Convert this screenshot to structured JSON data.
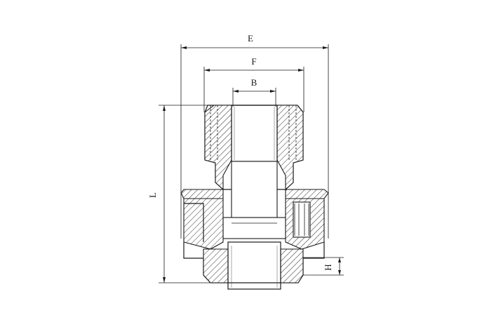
{
  "drawing": {
    "dimensions": {
      "E": "E",
      "F": "F",
      "B": "B",
      "L": "L",
      "H": "H"
    }
  }
}
